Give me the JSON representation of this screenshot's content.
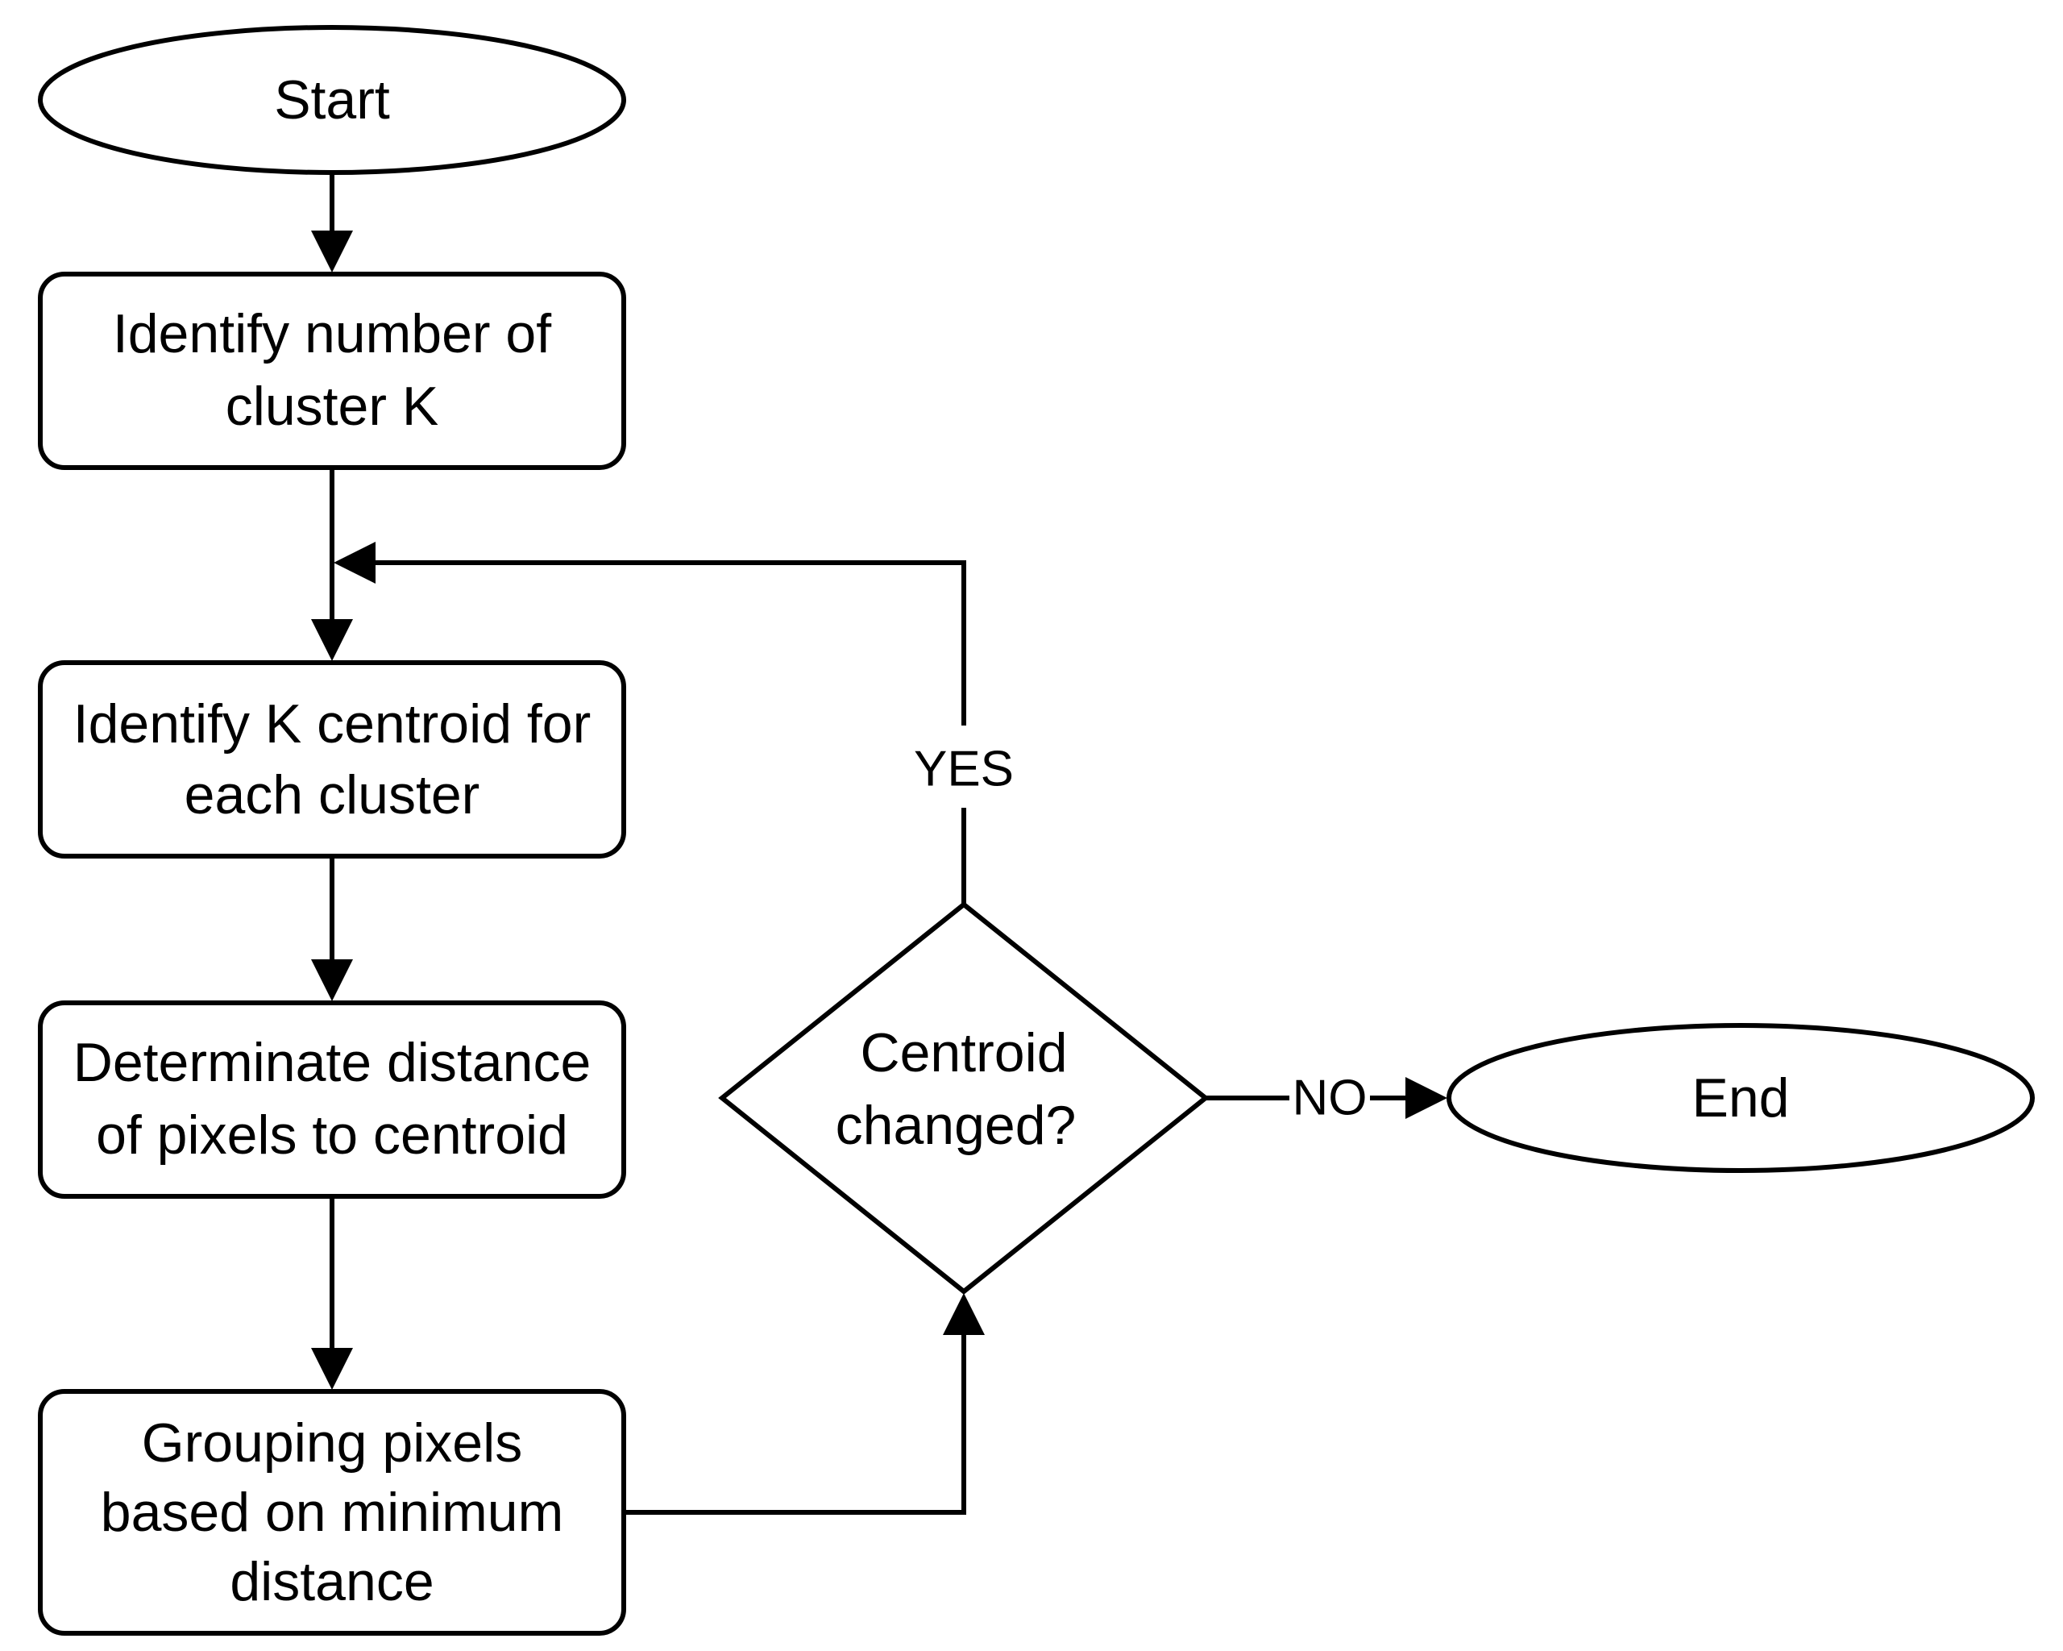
{
  "diagram": {
    "type": "flowchart",
    "nodes": {
      "start": {
        "shape": "ellipse",
        "lines": [
          "Start"
        ]
      },
      "identify_k": {
        "shape": "rounded-rect",
        "lines": [
          "Identify number of",
          "cluster K"
        ]
      },
      "identify_centroid": {
        "shape": "rounded-rect",
        "lines": [
          "Identify K centroid for",
          "each cluster"
        ]
      },
      "determine_distance": {
        "shape": "rounded-rect",
        "lines": [
          "Determinate distance",
          "of pixels to centroid"
        ]
      },
      "grouping": {
        "shape": "rounded-rect",
        "lines": [
          "Grouping pixels",
          "based on minimum",
          "distance"
        ]
      },
      "decision": {
        "shape": "diamond",
        "lines": [
          "Centroid",
          "changed?"
        ]
      },
      "end": {
        "shape": "ellipse",
        "lines": [
          "End"
        ]
      }
    },
    "edges": [
      {
        "from": "start",
        "to": "identify_k",
        "label": ""
      },
      {
        "from": "identify_k",
        "to": "identify_centroid",
        "label": ""
      },
      {
        "from": "identify_centroid",
        "to": "determine_distance",
        "label": ""
      },
      {
        "from": "determine_distance",
        "to": "grouping",
        "label": ""
      },
      {
        "from": "grouping",
        "to": "decision",
        "label": ""
      },
      {
        "from": "decision",
        "to": "identify_centroid",
        "label": "YES"
      },
      {
        "from": "decision",
        "to": "end",
        "label": "NO"
      }
    ],
    "labels": {
      "yes": "YES",
      "no": "NO"
    }
  }
}
